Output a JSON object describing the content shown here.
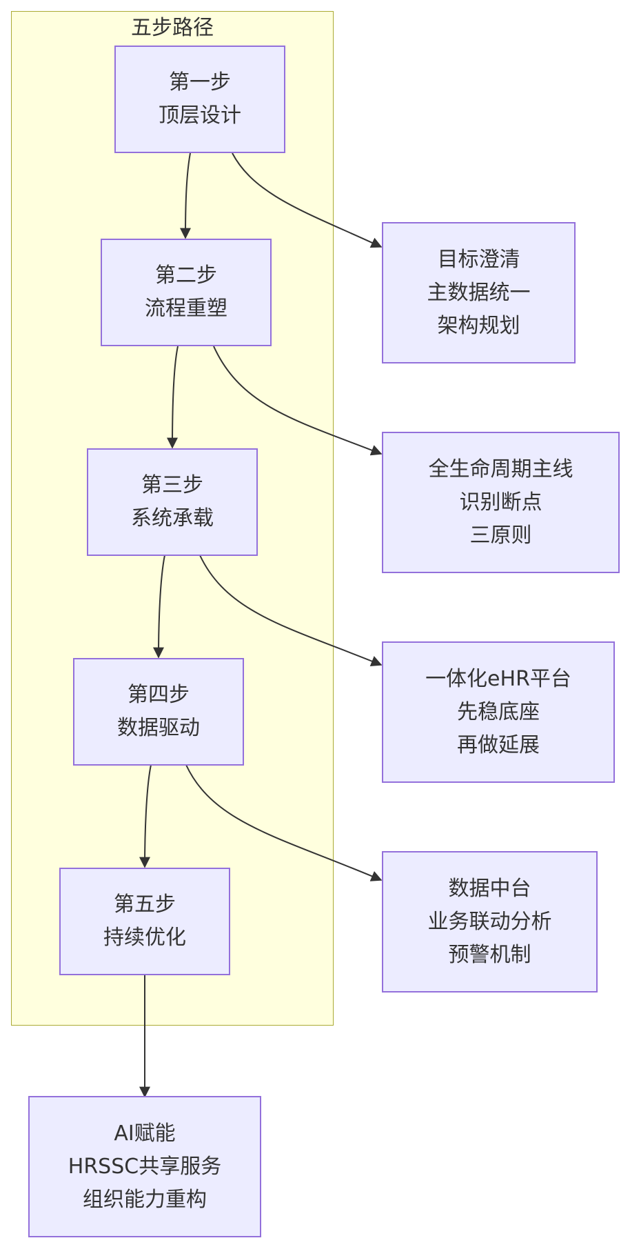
{
  "group": {
    "title": "五步路径"
  },
  "steps": [
    {
      "lines": [
        "第一步",
        "顶层设计"
      ]
    },
    {
      "lines": [
        "第二步",
        "流程重塑"
      ]
    },
    {
      "lines": [
        "第三步",
        "系统承载"
      ]
    },
    {
      "lines": [
        "第四步",
        "数据驱动"
      ]
    },
    {
      "lines": [
        "第五步",
        "持续优化"
      ]
    }
  ],
  "details": [
    {
      "lines": [
        "目标澄清",
        "主数据统一",
        "架构规划"
      ]
    },
    {
      "lines": [
        "全生命周期主线",
        "识别断点",
        "三原则"
      ]
    },
    {
      "lines": [
        "一体化eHR平台",
        "先稳底座",
        "再做延展"
      ]
    },
    {
      "lines": [
        "数据中台",
        "业务联动分析",
        "预警机制"
      ]
    }
  ],
  "final": {
    "lines": [
      "AI赋能",
      "HRSSC共享服务",
      "组织能力重构"
    ]
  },
  "colors": {
    "node_fill": "#ececff",
    "node_border": "#9370db",
    "group_fill": "#ffffde",
    "group_border": "#aaaa33",
    "edge": "#333333"
  }
}
